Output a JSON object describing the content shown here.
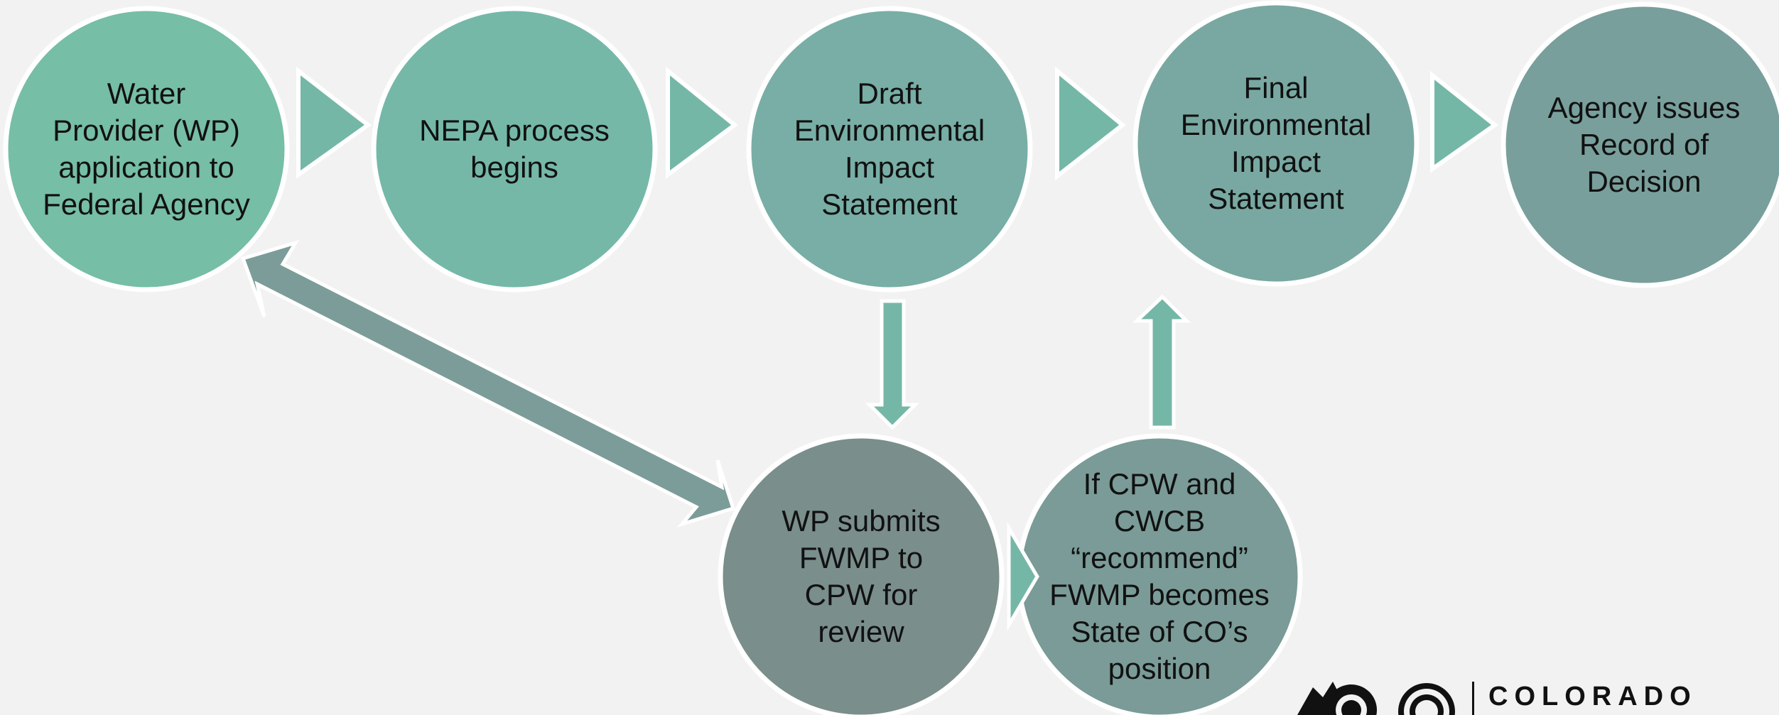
{
  "colors": {
    "background": "#f2f2f2",
    "node_stroke": "#ffffff",
    "arrow_teal": "#75b7a7",
    "arrow_gray": "#7c9c99"
  },
  "nodes": [
    {
      "id": "wp-application",
      "label": "Water\nProvider (WP)\napplication to\nFederal Agency",
      "color": "#76bea5"
    },
    {
      "id": "nepa-begins",
      "label": "NEPA process\nbegins",
      "color": "#75b8a8"
    },
    {
      "id": "draft-eis",
      "label": "Draft\nEnvironmental\nImpact\nStatement",
      "color": "#78aea6"
    },
    {
      "id": "final-eis",
      "label": "Final\nEnvironmental\nImpact\nStatement",
      "color": "#78a8a1"
    },
    {
      "id": "record-of-decision",
      "label": "Agency issues\nRecord of\nDecision",
      "color": "#789f9c"
    },
    {
      "id": "wp-submits-fwmp",
      "label": "WP submits\nFWMP to\nCPW for\nreview",
      "color": "#7a8e8b"
    },
    {
      "id": "state-position",
      "label": "If CPW and\nCWCB\n“recommend”\nFWMP becomes\nState of CO’s\nposition",
      "color": "#7a9b97"
    }
  ],
  "footer": {
    "brand_text": "COLORADO",
    "logo_icon": "colorado-state-logo"
  }
}
